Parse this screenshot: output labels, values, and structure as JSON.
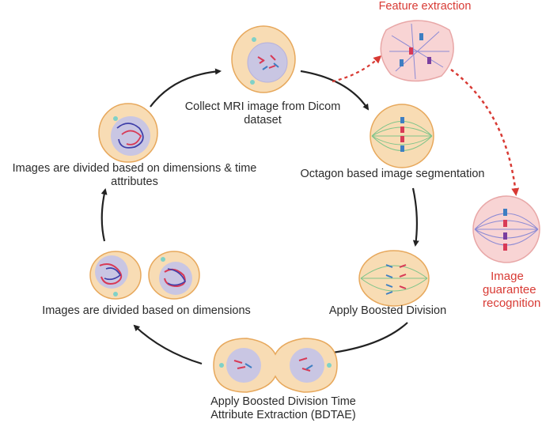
{
  "stages": [
    {
      "id": "collect",
      "label": "Collect MRI image from Dicom dataset"
    },
    {
      "id": "segment",
      "label": "Octagon based image segmentation"
    },
    {
      "id": "boosted",
      "label": "Apply Boosted Division"
    },
    {
      "id": "bdtae",
      "label": "Apply Boosted Division Time Attribute Extraction (BDTAE)"
    },
    {
      "id": "dimensions",
      "label": "Images are divided based on dimensions"
    },
    {
      "id": "dimtime",
      "label": "Images are divided based on dimensions & time attributes"
    }
  ],
  "side": {
    "feature": "Feature extraction",
    "recognition": "Image guarantee recognition"
  },
  "colors": {
    "cell_fill": "#f8dcb4",
    "cell_stroke": "#e7a85c",
    "nucleus": "#c9c6e3",
    "red_cell_fill": "#f8d4d4",
    "red_cell_stroke": "#e8a7a7",
    "accent_red": "#d83a34",
    "arrow": "#222222"
  }
}
